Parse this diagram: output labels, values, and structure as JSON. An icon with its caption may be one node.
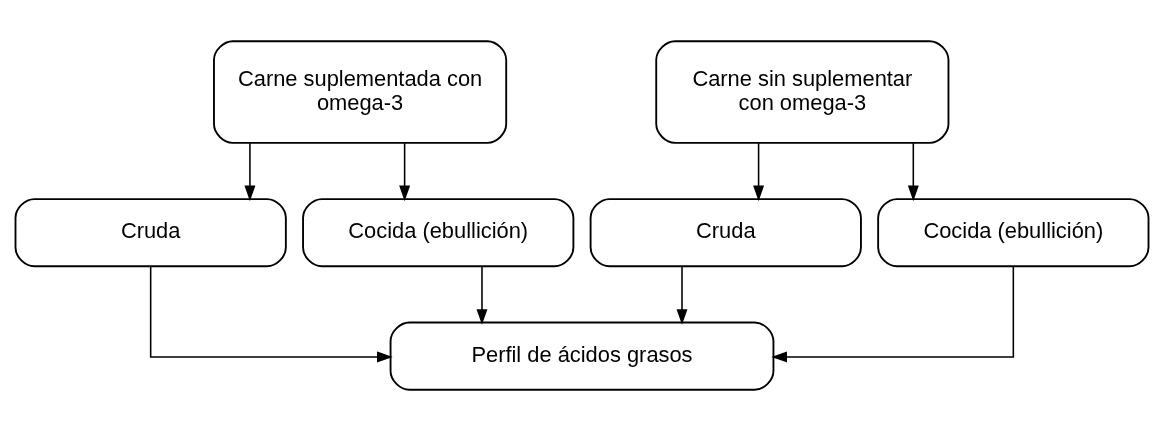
{
  "diagram": {
    "nodes": [
      {
        "text": [
          "Carne suplementada con omega-3"
        ]
      },
      {
        "text": [
          "Carne sin suplementar con omega-3"
        ]
      },
      {
        "text": [
          "Cruda"
        ]
      },
      {
        "text": [
          "Cocida (ebullición)"
        ]
      },
      {
        "text": [
          "Cruda"
        ]
      },
      {
        "text": [
          "Cocida (ebullición)"
        ]
      },
      {
        "text": [
          "Perfil de ácidos grasos"
        ]
      }
    ],
    "edges": [
      {
        "from": 0,
        "to": 2,
        "arrow": "to"
      },
      {
        "from": 0,
        "to": 3,
        "arrow": "to"
      },
      {
        "from": 1,
        "to": 4,
        "arrow": "to"
      },
      {
        "from": 1,
        "to": 5,
        "arrow": "to"
      },
      {
        "from": 2,
        "to": 6,
        "arrow": "to"
      },
      {
        "from": 3,
        "to": 6,
        "arrow": "to"
      },
      {
        "from": 4,
        "to": 6,
        "arrow": "to"
      },
      {
        "from": 5,
        "to": 6,
        "arrow": "to"
      }
    ]
  }
}
